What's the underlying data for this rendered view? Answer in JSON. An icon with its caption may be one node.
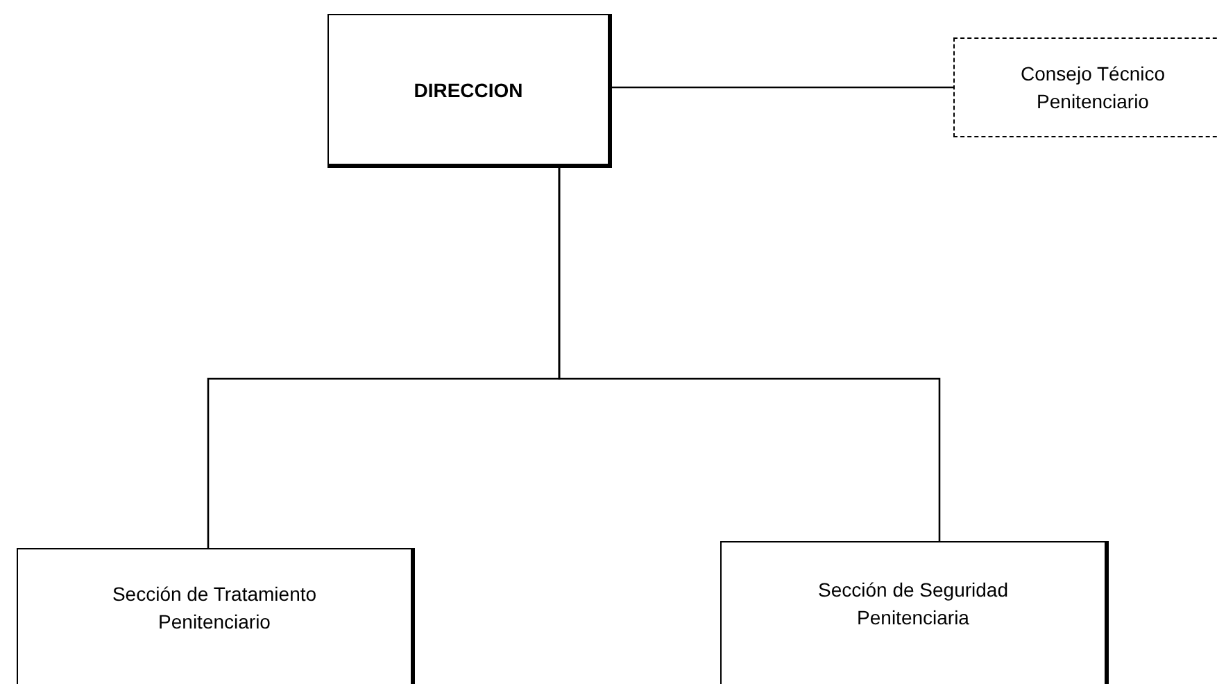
{
  "diagram": {
    "nodes": [
      {
        "text": [
          "DIRECCION"
        ]
      },
      {
        "text": [
          "Consejo Técnico Penitenciario"
        ]
      },
      {
        "text": [
          "Sección de Tratamiento Penitenciario"
        ]
      },
      {
        "text": [
          "Sección de Seguridad Penitenciaria"
        ]
      }
    ],
    "edges": [
      {
        "from": 0,
        "to": 1,
        "arrow": "none"
      },
      {
        "from": 0,
        "to": 2,
        "arrow": "none"
      },
      {
        "from": 0,
        "to": 3,
        "arrow": "none"
      }
    ]
  }
}
